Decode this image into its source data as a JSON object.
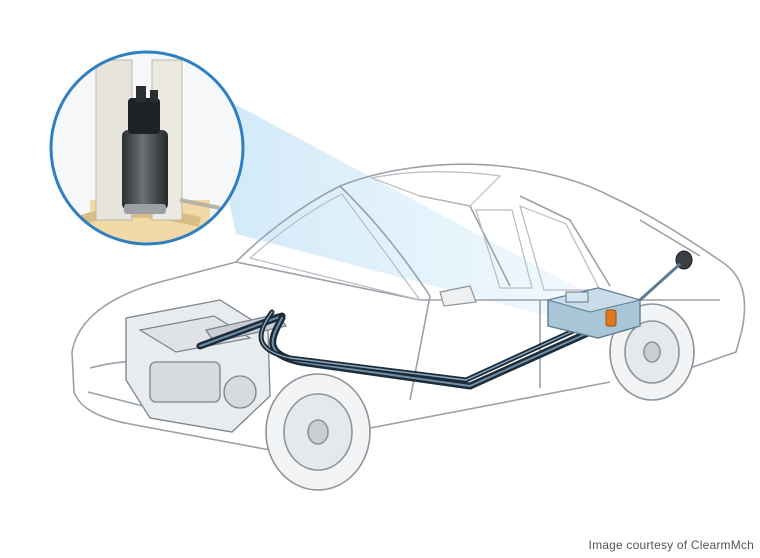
{
  "figure": {
    "subject": "car-fuel-system-cutaway",
    "inset_subject": "fuel-pump-module",
    "colors": {
      "inset_ring": "#2f7fc1",
      "beam": "#bfe3f7",
      "car_outline": "#9aa1a8",
      "fuel_line": "#1c2b38",
      "fuel_line_core": "#6f8fa8",
      "tank": "#a9c6d8",
      "orange_part": "#e27a1c",
      "pump_body": "#3a3f44"
    }
  },
  "credit": {
    "text": "Image courtesy of ClearmMch"
  }
}
